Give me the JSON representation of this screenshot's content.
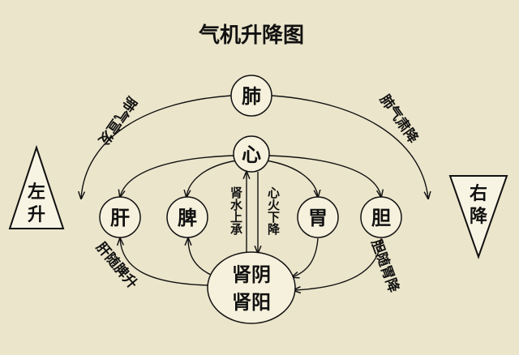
{
  "title": "气机升降图",
  "nodes": {
    "lung": "肺",
    "heart": "心",
    "liver": "肝",
    "spleen": "脾",
    "stomach": "胃",
    "gallbladder": "胆",
    "kidney_yin": "肾阴",
    "kidney_yang": "肾阳"
  },
  "left_marker": {
    "line1": "左",
    "line2": "升"
  },
  "right_marker": {
    "line1": "右",
    "line2": "降"
  },
  "labels": {
    "top_left": "肺气宣发",
    "top_right": "肺气肃降",
    "bottom_left": "肝随脾升",
    "bottom_right": "胆随胃降",
    "kidney_water": "肾水上承",
    "heart_fire": "心火下降"
  }
}
